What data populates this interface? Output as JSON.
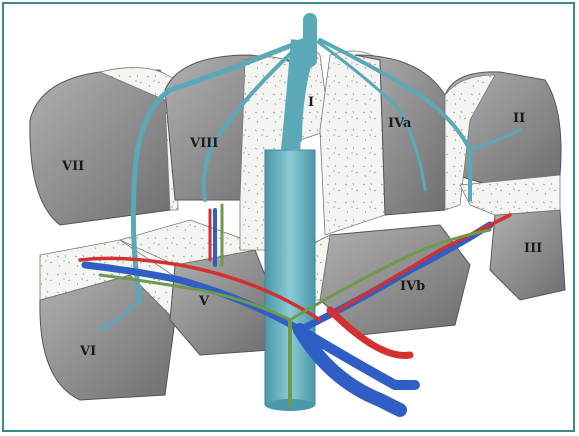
{
  "diagram": {
    "segments": [
      {
        "id": "I",
        "label": "I"
      },
      {
        "id": "II",
        "label": "II"
      },
      {
        "id": "III",
        "label": "III"
      },
      {
        "id": "IVa",
        "label": "IVa"
      },
      {
        "id": "IVb",
        "label": "IVb"
      },
      {
        "id": "V",
        "label": "V"
      },
      {
        "id": "VI",
        "label": "VI"
      },
      {
        "id": "VII",
        "label": "VII"
      },
      {
        "id": "VIII",
        "label": "VIII"
      }
    ]
  },
  "colors": {
    "segment_face": "#8c8c8c",
    "segment_cut": "#f2f2ee",
    "hepatic_vein": "#5aa8b8",
    "portal_vein": "#2f5fc4",
    "hepatic_artery": "#d43030",
    "bile_duct": "#6e9a4a",
    "frame": "#3a8a8a"
  }
}
